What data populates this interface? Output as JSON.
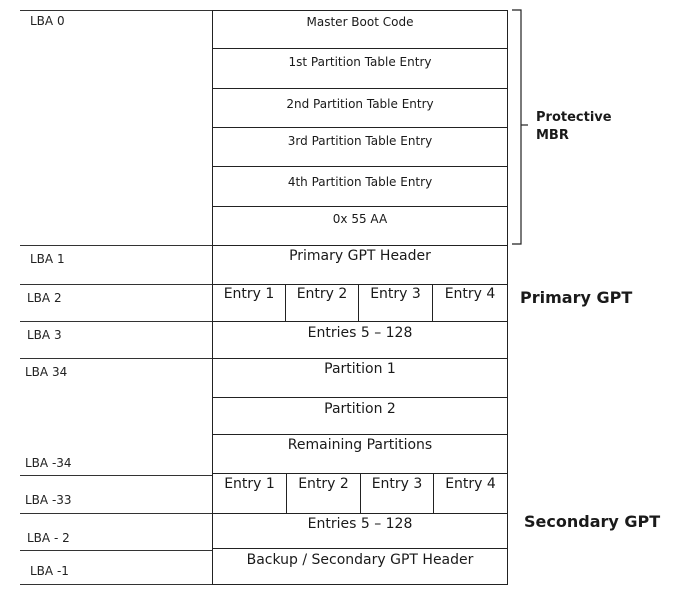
{
  "lba_labels": [
    "LBA 0",
    "LBA 1",
    "LBA 2",
    "LBA 3",
    "LBA 34",
    "LBA -34",
    "LBA -33",
    "LBA - 2",
    "LBA -1"
  ],
  "mbr_rows": [
    "Master Boot Code",
    "1st Partition Table Entry",
    "2nd Partition Table Entry",
    "3rd Partition Table Entry",
    "4th Partition Table Entry",
    "0x 55 AA"
  ],
  "primary": {
    "header": "Primary GPT Header",
    "entries": [
      "Entry 1",
      "Entry 2",
      "Entry 3",
      "Entry 4"
    ],
    "entries_rest": "Entries 5 – 128"
  },
  "partitions": [
    "Partition 1",
    "Partition 2",
    "Remaining Partitions"
  ],
  "secondary": {
    "entries": [
      "Entry 1",
      "Entry 2",
      "Entry 3",
      "Entry 4"
    ],
    "entries_rest": "Entries 5 – 128",
    "header": "Backup / Secondary GPT Header"
  },
  "side_labels": {
    "protective": "Protective",
    "mbr": "MBR",
    "primary_gpt": "Primary GPT",
    "secondary_gpt": "Secondary GPT"
  }
}
